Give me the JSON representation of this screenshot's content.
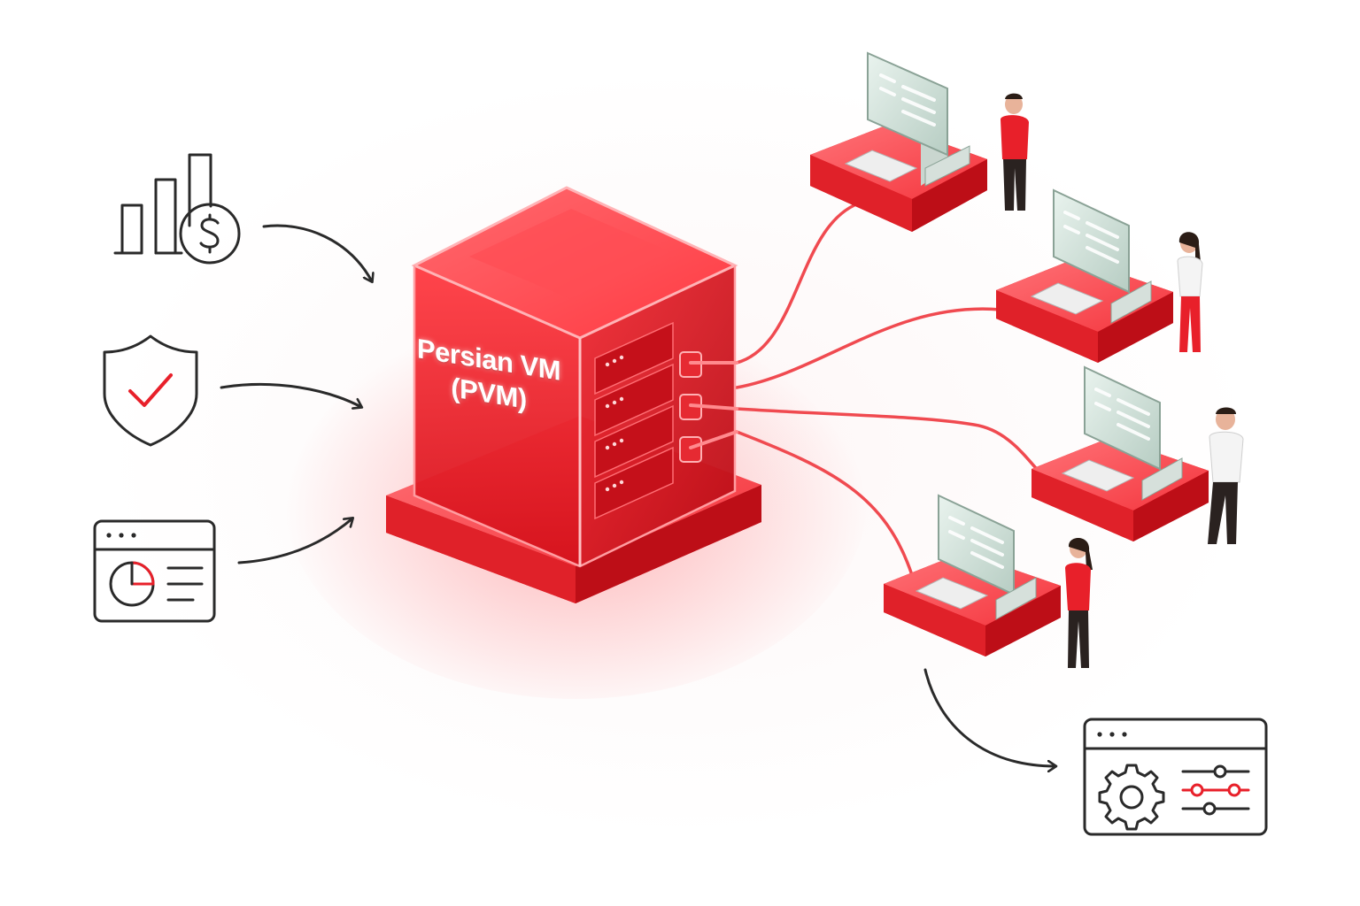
{
  "server": {
    "label_line1": "Persian VM",
    "label_line2": "(PVM)"
  },
  "icons": {
    "inputs": [
      "finance-chart-icon",
      "security-shield-check-icon",
      "dashboard-window-icon"
    ],
    "output": "settings-window-icon"
  },
  "workstations": {
    "count": 4,
    "users": [
      "user-man-red-shirt",
      "user-woman-white-shirt",
      "user-man-white-shirt",
      "user-woman-red-shirt"
    ]
  },
  "colors": {
    "accent": "#e8202a",
    "accent_light": "#ff5a5f",
    "icon_stroke": "#2a2a2a",
    "cable": "#f04a50"
  }
}
